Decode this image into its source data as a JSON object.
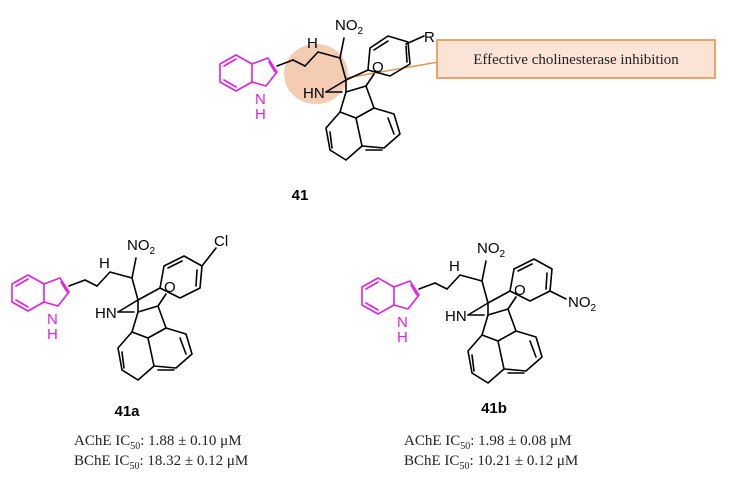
{
  "callout": {
    "text": "Effective cholinesterase inhibition",
    "box_fill": "#fbe3d5",
    "box_stroke": "#e8904a",
    "highlight_fill": "#f0b99a"
  },
  "colors": {
    "indole": "#e020e0",
    "bond": "#000000"
  },
  "labels": {
    "nitro": "NO",
    "nitro_sub": "2",
    "h": "H",
    "r": "R",
    "hn": "HN",
    "o": "O",
    "nh_n": "N",
    "nh_h": "H",
    "cl": "Cl"
  },
  "compounds": [
    {
      "id": "41"
    },
    {
      "id": "41a",
      "ache_prefix": "AChE IC",
      "ache_sub": "50",
      "ache_value": ": 1.88 ± 0.10 μM",
      "bche_prefix": "BChE IC",
      "bche_sub": "50",
      "bche_value": ": 18.32 ± 0.12 μM"
    },
    {
      "id": "41b",
      "ache_prefix": "AChE IC",
      "ache_sub": "50",
      "ache_value": ": 1.98 ± 0.08 μM",
      "bche_prefix": "BChE IC",
      "bche_sub": "50",
      "bche_value": ": 10.21 ± 0.12 μM"
    }
  ]
}
